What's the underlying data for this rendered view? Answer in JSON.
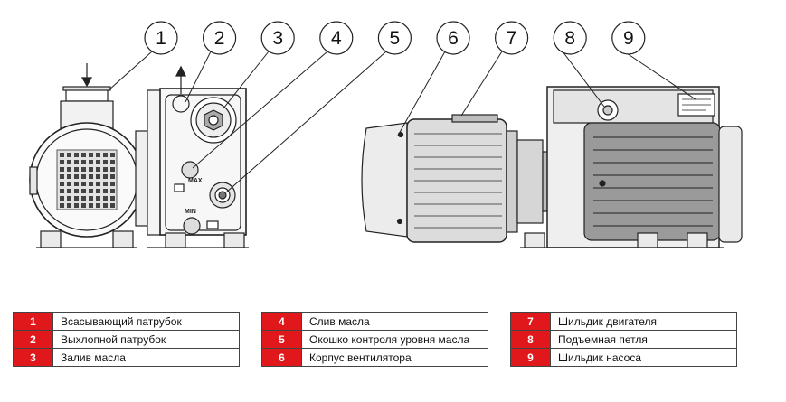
{
  "callouts": [
    "1",
    "2",
    "3",
    "4",
    "5",
    "6",
    "7",
    "8",
    "9"
  ],
  "labels": {
    "max": "MAX",
    "min": "MIN"
  },
  "legend": [
    [
      {
        "num": "1",
        "text": "Всасывающий патрубок"
      },
      {
        "num": "2",
        "text": "Выхлопной патрубок"
      },
      {
        "num": "3",
        "text": "Залив масла"
      }
    ],
    [
      {
        "num": "4",
        "text": "Слив масла"
      },
      {
        "num": "5",
        "text": "Окошко контроля уровня масла"
      },
      {
        "num": "6",
        "text": "Корпус вентилятора"
      }
    ],
    [
      {
        "num": "7",
        "text": "Шильдик двигателя"
      },
      {
        "num": "8",
        "text": "Подъемная петля"
      },
      {
        "num": "9",
        "text": "Шильдик насоса"
      }
    ]
  ],
  "colors": {
    "accent": "#e0181c",
    "line": "#222222",
    "body_gray": "#9a9a9a",
    "dark_gray": "#555555"
  }
}
